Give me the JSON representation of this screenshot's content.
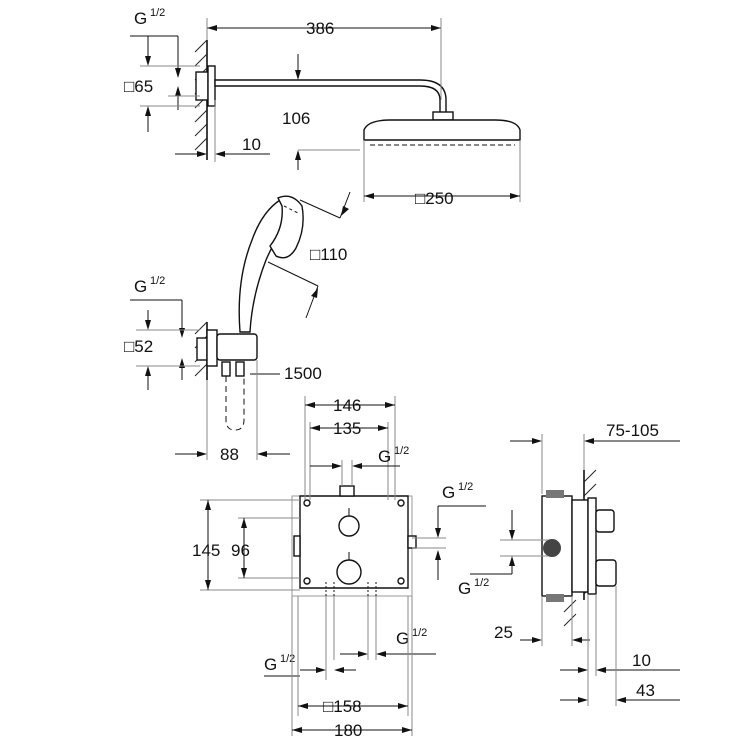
{
  "labels": {
    "head_thread_g": "G",
    "head_thread_frac": "1/2",
    "head_flange": "□65",
    "head_arm_length": "386",
    "head_drop": "106",
    "head_wall_gap": "10",
    "head_size": "□250",
    "hand_size": "□110",
    "hand_thread_g": "G",
    "hand_thread_frac": "1/2",
    "hand_flange": "□52",
    "hose_length": "1500",
    "hand_projection": "88",
    "box_width_outer": "146",
    "box_width_inner": "135",
    "box_top_thread_g": "G",
    "box_top_thread_frac": "1/2",
    "box_right_thread_g": "G",
    "box_right_thread_frac": "1/2",
    "box_height": "145",
    "box_valve_spacing": "96",
    "box_bl_thread_g": "G",
    "box_bl_thread_frac": "1/2",
    "box_br_thread_g": "G",
    "box_br_thread_frac": "1/2",
    "box_plate": "□158",
    "box_outer": "180",
    "side_depth_range": "75-105",
    "side_thread_g": "G",
    "side_thread_frac": "1/2",
    "side_25": "25",
    "side_10": "10",
    "side_43": "43"
  }
}
